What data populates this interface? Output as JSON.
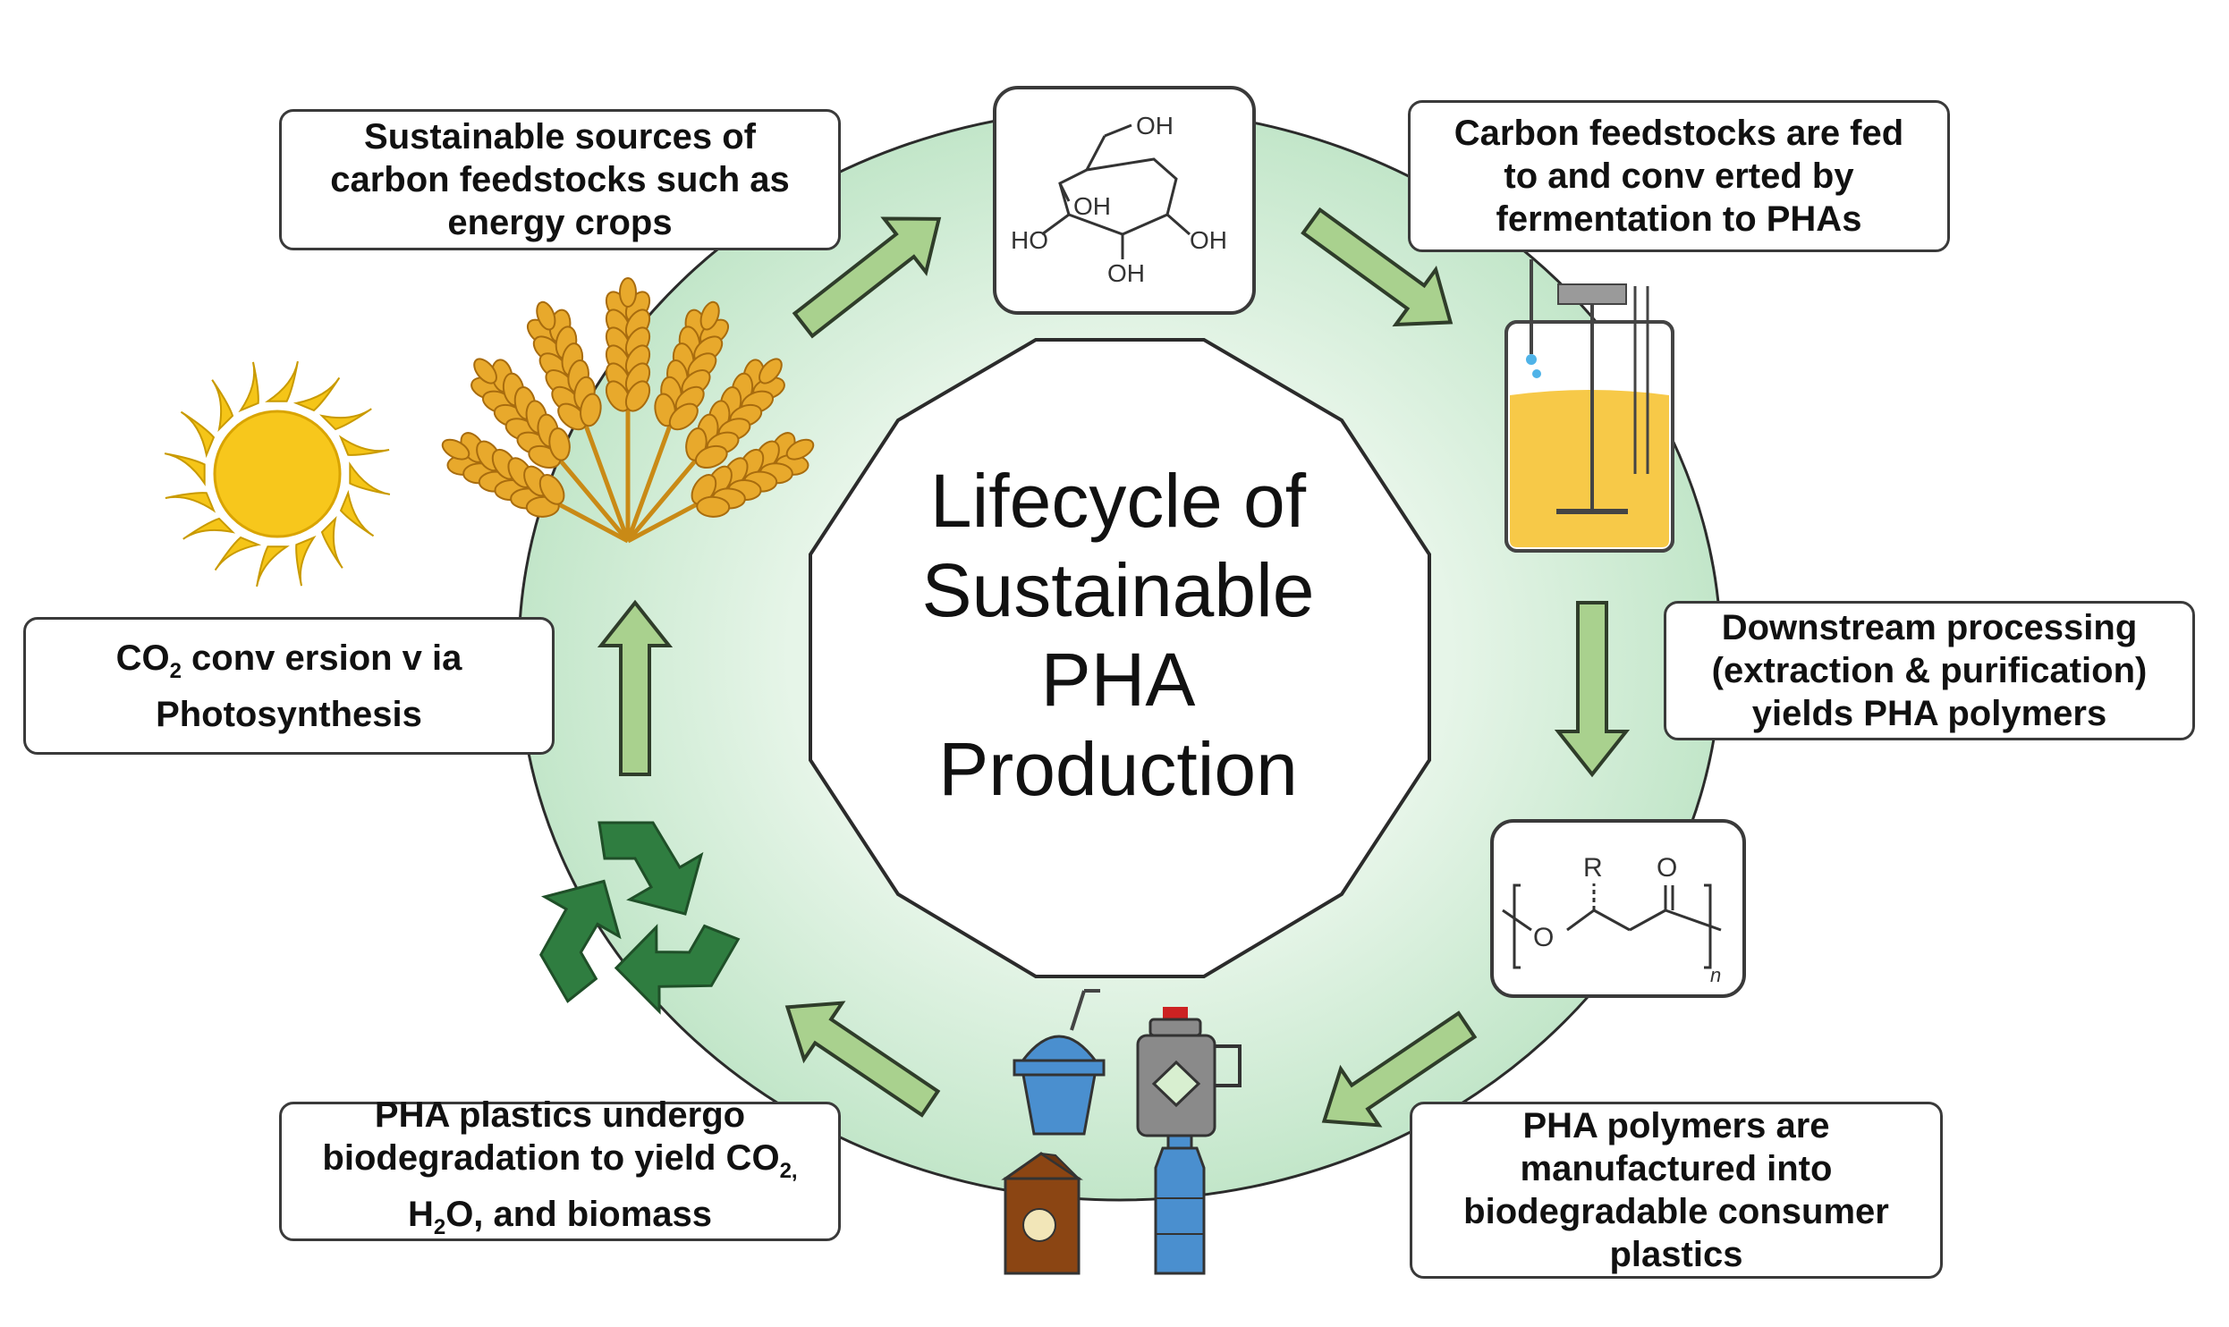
{
  "title": {
    "line1": "Lifecycle of",
    "line2": "Sustainable",
    "line3": "PHA",
    "line4": "Production"
  },
  "steps": {
    "sources": [
      "Sustainable sources of",
      "carbon feedstocks such as",
      "energy crops"
    ],
    "fermentation": [
      "Carbon feedstocks are fed",
      "to and conv erted by",
      "fermentation to PHAs"
    ],
    "downstream": [
      "Downstream processing",
      "(extraction & purification)",
      "yields PHA polymers"
    ],
    "manufacture": [
      "PHA polymers are",
      "manufactured into",
      "biodegradable consumer",
      "plastics"
    ],
    "biodegradation": {
      "line1": "PHA plastics undergo",
      "line2_pre": "biodegradation to yield CO",
      "line2_sub": "2,",
      "line3_pre": "H",
      "line3_sub": "2",
      "line3_post": "O, and biomass"
    },
    "photosynthesis": {
      "line1_pre": "CO",
      "line1_sub": "2",
      "line1_post": " conv ersion v ia",
      "line2": "Photosynthesis"
    }
  },
  "glucose_labels": {
    "oh_top": "OH",
    "oh_left": "OH",
    "ho_left": "HO",
    "oh_right": "OH",
    "oh_bottom": "OH"
  },
  "pha_structure_labels": {
    "r": "R",
    "o_carbonyl": "O",
    "o_ester": "O",
    "n": "n"
  },
  "colors": {
    "ring": "#c9e9cf",
    "ring_light": "#e3f4e6",
    "arrow_fill": "#a9d18e",
    "arrow_stroke": "#2f3d2a",
    "recycle": "#2f7d40",
    "sun": "#f5c518",
    "wheat": "#e0a52a",
    "fermenter_liquid": "#f7c948",
    "cup": "#4a8fcf",
    "bottle_gray": "#8a8a8a",
    "carton": "#8b4513"
  }
}
